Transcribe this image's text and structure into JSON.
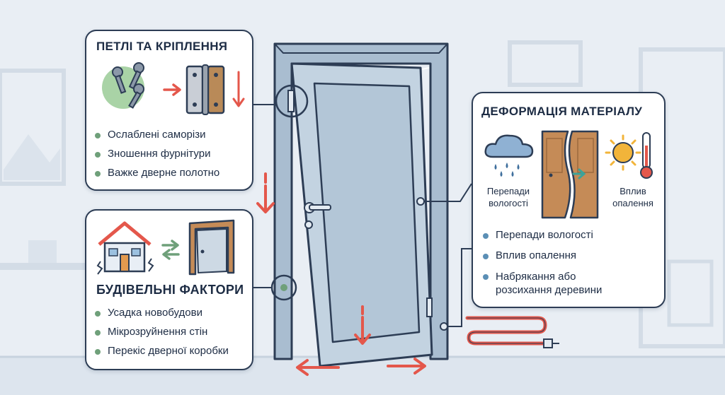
{
  "hinges": {
    "title": "ПЕТЛІ ТА КРІПЛЕННЯ",
    "items": [
      "Ослаблені саморізи",
      "Зношення фурнітури",
      "Важке дверне полотно"
    ]
  },
  "building": {
    "title": "БУДІВЕЛЬНІ ФАКТОРИ",
    "items": [
      "Усадка новобудови",
      "Мікрозруйнення стін",
      "Перекіс дверної коробки"
    ]
  },
  "material": {
    "title": "ДЕФОРМАЦІЯ МАТЕРІАЛУ",
    "humidity_caption": [
      "Перепади",
      "вологості"
    ],
    "heating_caption": [
      "Вплив",
      "опалення"
    ],
    "items": [
      "Перепади вологості",
      "Вплив опалення"
    ],
    "last_item": [
      "Набрякання або",
      "розсихання деревини"
    ]
  },
  "colors": {
    "accent_red": "#e4574b",
    "accent_green": "#6fa07a",
    "outline": "#2d3d55",
    "door": "#b8cad9"
  }
}
